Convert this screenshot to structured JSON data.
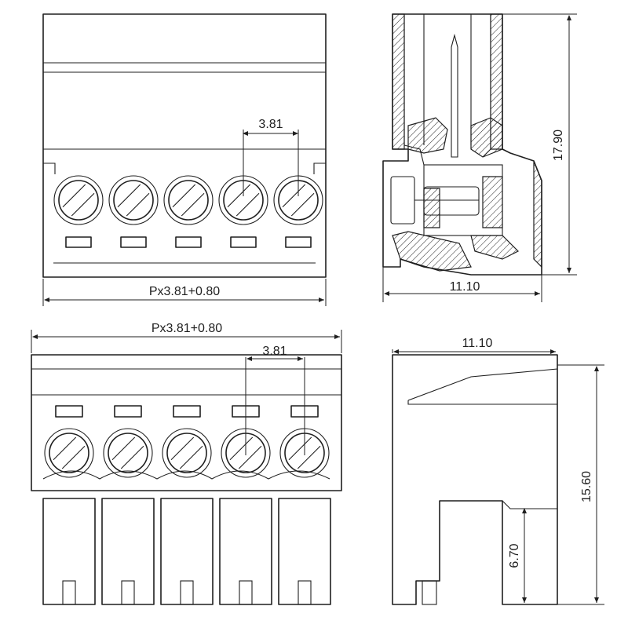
{
  "dimensions": {
    "top_front_pitch": "3.81",
    "top_front_width": "Px3.81+0.80",
    "side_top_height": "17.90",
    "side_top_depth": "11.10",
    "bottom_front_width": "Px3.81+0.80",
    "bottom_front_pitch": "3.81",
    "side_bottom_depth": "11.10",
    "side_bottom_height": "15.60",
    "side_bottom_pin": "6.70"
  },
  "colors": {
    "line": "#1f1f1f",
    "background": "#ffffff"
  },
  "pole_count": 5
}
